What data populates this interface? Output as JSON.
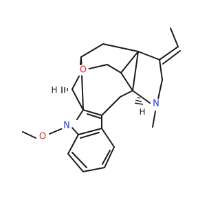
{
  "molecule": {
    "atoms": {
      "bridge_oxygen": "O",
      "indole_nitrogen": "N",
      "amine_nitrogen": "N",
      "methoxy_oxygen": "O",
      "stereo_h_left": "H",
      "stereo_h_right": "H"
    },
    "colors": {
      "bond": "#1a1a1a",
      "oxygen": "#e8281e",
      "nitrogen": "#2a3ae6",
      "background": "#ffffff"
    }
  }
}
